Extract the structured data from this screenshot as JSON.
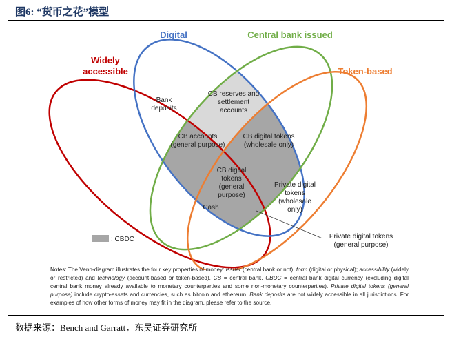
{
  "title": "图6:  “货币之花”模型",
  "diagram": {
    "sets": {
      "digital": "Digital",
      "central_bank": "Central bank issued",
      "widely_1": "Widely",
      "widely_2": "accessible",
      "token": "Token-based"
    },
    "colors": {
      "digital": "#4472c4",
      "central_bank": "#70ad47",
      "widely": "#c00000",
      "token": "#ed7d31",
      "light_gray": "#d9d9d9",
      "dark_gray": "#a6a6a6"
    },
    "regions": {
      "bank_deposits": [
        "Bank",
        "deposits"
      ],
      "cb_reserves": [
        "CB reserves and",
        "settlement",
        "accounts"
      ],
      "cb_accounts": [
        "CB accounts",
        "(general purpose)"
      ],
      "cb_tokens_wholesale": [
        "CB digital tokens",
        "(wholesale only)"
      ],
      "cb_tokens_general": [
        "CB digital",
        "tokens",
        "(general",
        "purpose)"
      ],
      "private_wholesale": [
        "Private digital",
        "tokens",
        "(wholesale",
        "only)"
      ],
      "cash": "Cash",
      "private_general": [
        "Private digital tokens",
        "(general purpose)"
      ]
    },
    "legend": ": CBDC"
  },
  "notes": "Notes: The Venn-diagram illustrates the four key properties of money: <i>issuer</i> (central bank or not); <i>form</i> (digital or physical); <i>accessibility</i> (widely or restricted) and <i>technology</i> (account-based or token-based). <i>CB</i> = central bank, <i>CBDC</i> = central bank digital currency (excluding digital central bank money already available to monetary counterparties and some non-monetary counterparties). <i>Private digital tokens (general purpose)</i> include crypto-assets and currencies, such as bitcoin and ethereum. <i>Bank deposits</i> are not widely accessible in all jurisdictions. For examples of how other forms of money may fit in the diagram, please refer to the source.",
  "source": "数据来源：Bench and Garratt，东吴证券研究所"
}
